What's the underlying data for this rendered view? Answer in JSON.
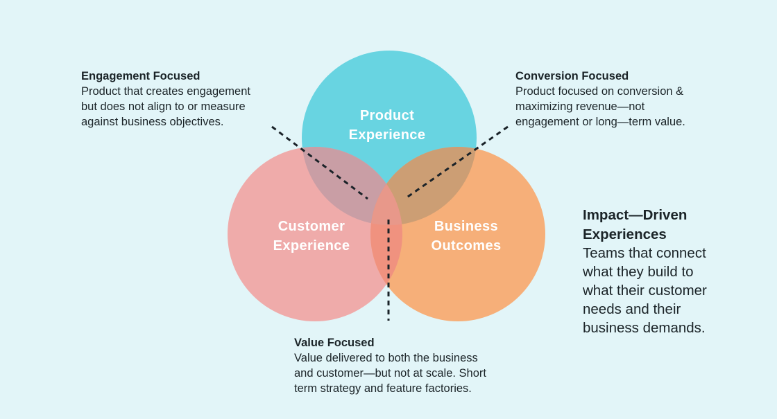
{
  "colors": {
    "background": "#E2F5F8",
    "text": "#1B2428",
    "label_text": "#FFFFFF",
    "dashed_line": "#1A2228",
    "product_circle": "#68D4E1",
    "customer_circle": "#EFABAA",
    "business_circle": "#F6AF79",
    "product_customer_overlap": "#C99EA5",
    "product_business_overlap": "#CC9E74",
    "customer_business_overlap": "#F0927F",
    "center_overlap": "#E8988A"
  },
  "diagram": {
    "type": "venn",
    "circles": {
      "product": {
        "label_lines": [
          "Product",
          "Experience"
        ]
      },
      "customer": {
        "label_lines": [
          "Customer",
          "Experience"
        ]
      },
      "business": {
        "label_lines": [
          "Business",
          "Outcomes"
        ]
      }
    }
  },
  "annotations": {
    "engagement": {
      "title": "Engagement Focused",
      "lines": [
        "Product that creates engagement",
        "but does not align to or measure",
        "against business objectives."
      ]
    },
    "conversion": {
      "title": "Conversion Focused",
      "lines": [
        "Product focused on conversion &",
        "maximizing revenue—not",
        "engagement or long—term value."
      ]
    },
    "value": {
      "title": "Value Focused",
      "lines": [
        "Value delivered to both the business",
        "and customer—but not at scale. Short",
        "term strategy and feature factories."
      ]
    },
    "impact": {
      "title_lines": [
        "Impact—Driven",
        "Experiences"
      ],
      "lines": [
        "Teams that connect",
        "what they build to",
        "what their customer",
        "needs and their",
        "business demands."
      ]
    }
  }
}
